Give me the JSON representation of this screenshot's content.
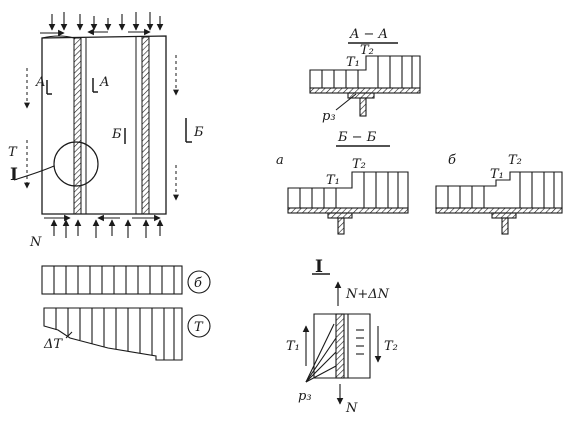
{
  "labels": {
    "a_left": "A",
    "a_right": "A",
    "b_mid": "Б",
    "b_right": "Б",
    "t_left": "T",
    "detail_marker": "I",
    "n_bottom": "N",
    "section_aa": "A − A",
    "t1_aa": "T₁",
    "t2_aa": "T₂",
    "p3_aa": "p₃",
    "section_bb": "Б − Б",
    "case_a": "а",
    "case_b": "б",
    "t1_a": "T₁",
    "t2_a": "T₂",
    "t1_b": "T₁",
    "t2_b": "T₂",
    "circle_b": "б",
    "circle_t": "T",
    "delta_t": "ΔT",
    "detail_title": "I",
    "n_plus_dn": "N+ΔN",
    "t1_detail": "T₁",
    "t2_detail": "T₂",
    "p3_detail": "p₃",
    "n_detail": "N"
  },
  "colors": {
    "ink": "#1a1a1a",
    "paper": "#ffffff"
  }
}
